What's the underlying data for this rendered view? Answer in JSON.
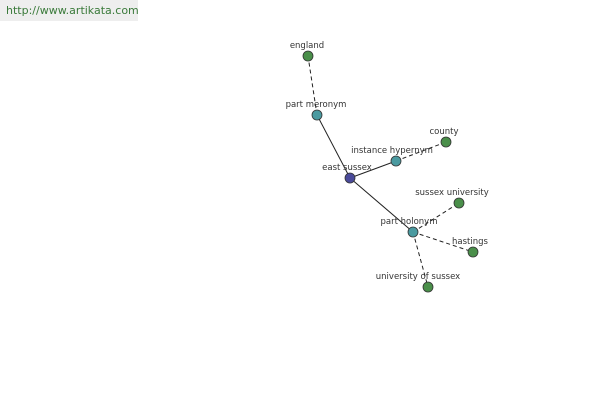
{
  "banner": {
    "url": "http://www.artikata.com"
  },
  "colors": {
    "leaf": "#4a8f4a",
    "relation": "#4a9aa0",
    "center": "#4a4a9a",
    "banner_text": "#3a7a3a"
  },
  "graph": {
    "nodes": [
      {
        "id": "england",
        "label": "england",
        "kind": "leaf"
      },
      {
        "id": "part-meronym",
        "label": "part meronym",
        "kind": "relation"
      },
      {
        "id": "east-sussex",
        "label": "east sussex",
        "kind": "center"
      },
      {
        "id": "instance-hypernym",
        "label": "instance hypernym",
        "kind": "relation"
      },
      {
        "id": "county",
        "label": "county",
        "kind": "leaf"
      },
      {
        "id": "part-holonym",
        "label": "part holonym",
        "kind": "relation"
      },
      {
        "id": "sussex-university",
        "label": "sussex university",
        "kind": "leaf"
      },
      {
        "id": "hastings",
        "label": "hastings",
        "kind": "leaf"
      },
      {
        "id": "university-of-sussex",
        "label": "university of sussex",
        "kind": "leaf"
      }
    ],
    "edges": [
      {
        "from": "east-sussex",
        "to": "part-meronym",
        "style": "solid"
      },
      {
        "from": "part-meronym",
        "to": "england",
        "style": "dashed"
      },
      {
        "from": "east-sussex",
        "to": "instance-hypernym",
        "style": "solid"
      },
      {
        "from": "instance-hypernym",
        "to": "county",
        "style": "dashed"
      },
      {
        "from": "east-sussex",
        "to": "part-holonym",
        "style": "solid"
      },
      {
        "from": "part-holonym",
        "to": "sussex-university",
        "style": "dashed"
      },
      {
        "from": "part-holonym",
        "to": "hastings",
        "style": "dashed"
      },
      {
        "from": "part-holonym",
        "to": "university-of-sussex",
        "style": "dashed"
      }
    ]
  }
}
